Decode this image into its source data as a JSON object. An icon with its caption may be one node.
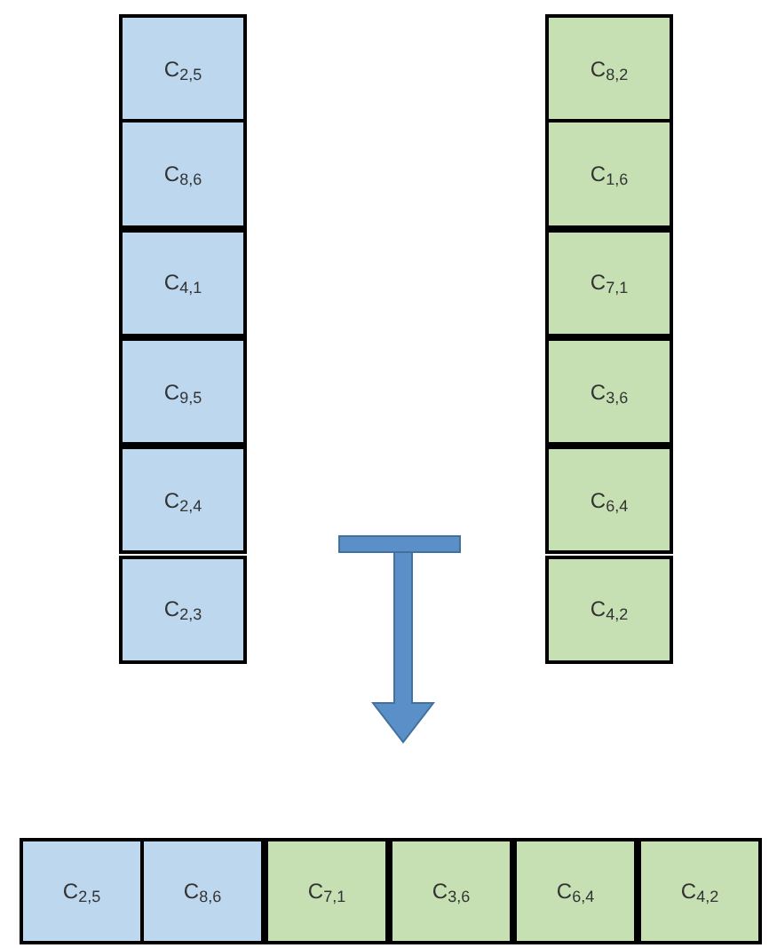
{
  "diagram": {
    "nodes": [
      {
        "text": [
          "C$_{2,5}$"
        ]
      },
      {
        "text": [
          "C$_{8,6}$"
        ]
      },
      {
        "text": [
          "C$_{4,1}$"
        ]
      },
      {
        "text": [
          "C$_{9,5}$"
        ]
      },
      {
        "text": [
          "C$_{2,4}$"
        ]
      },
      {
        "text": [
          "C$_{2,3}$"
        ]
      },
      {
        "text": [
          "C$_{8,2}$"
        ]
      },
      {
        "text": [
          "C$_{1,6}$"
        ]
      },
      {
        "text": [
          "C$_{7,1}$"
        ]
      },
      {
        "text": [
          "C$_{3,6}$"
        ]
      },
      {
        "text": [
          "C$_{6,4}$"
        ]
      },
      {
        "text": [
          "C$_{4,2}$"
        ]
      },
      {
        "text": [
          "C$_{2,5}$"
        ]
      },
      {
        "text": [
          "C$_{8,6}$"
        ]
      },
      {
        "text": [
          "C$_{7,1}$"
        ]
      },
      {
        "text": [
          "C$_{3,6}$"
        ]
      },
      {
        "text": [
          "C$_{6,4}$"
        ]
      },
      {
        "text": [
          "C$_{4,2}$"
        ]
      }
    ]
  }
}
